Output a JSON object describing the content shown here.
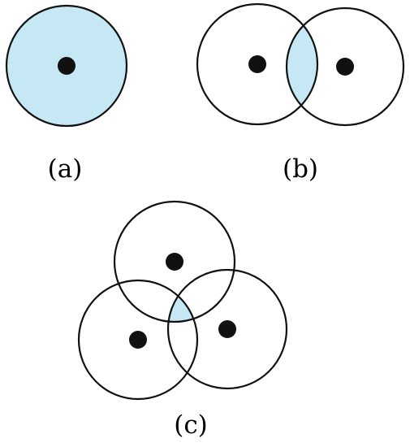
{
  "colors": {
    "circle_stroke": "#111111",
    "point_fill": "#111111",
    "highlight_fill": "#c6e8f5",
    "background": "#ffffff"
  },
  "panels": [
    {
      "label": "(a)",
      "description_key": "single-circle-fully-shaded"
    },
    {
      "label": "(b)",
      "description_key": "two-circles-lens-intersection-shaded"
    },
    {
      "label": "(c)",
      "description_key": "three-circles-common-intersection-shaded"
    }
  ]
}
